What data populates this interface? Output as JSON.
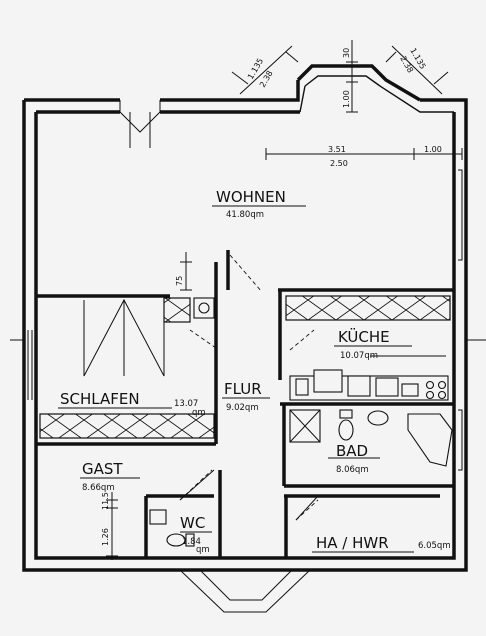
{
  "rooms": [
    {
      "key": "wohnen",
      "name": "WOHNEN",
      "area": "41.80qm"
    },
    {
      "key": "kueche",
      "name": "KÜCHE",
      "area": "10.07qm"
    },
    {
      "key": "flur",
      "name": "FLUR",
      "area": "9.02qm"
    },
    {
      "key": "schlafen",
      "name": "SCHLAFEN",
      "area": "13.07",
      "area_unit": "qm"
    },
    {
      "key": "bad",
      "name": "BAD",
      "area": "8.06qm"
    },
    {
      "key": "gast",
      "name": "GAST",
      "area": "8.66qm"
    },
    {
      "key": "wc",
      "name": "WC",
      "area": "1.84",
      "area_unit": "qm"
    },
    {
      "key": "hahwr",
      "name": "HA / HWR",
      "area": "6.05qm"
    }
  ],
  "dimensions": {
    "d351": "3.51",
    "d250": "2.50",
    "d100_h": "1.00",
    "d30": "30",
    "d100_v": "1.00",
    "d75": "75",
    "d115": "11.5",
    "d126": "1.26",
    "bay_left_a": "1.135",
    "bay_left_b": "2.38",
    "bay_right_a": "1.135",
    "bay_right_b": "2.38"
  }
}
